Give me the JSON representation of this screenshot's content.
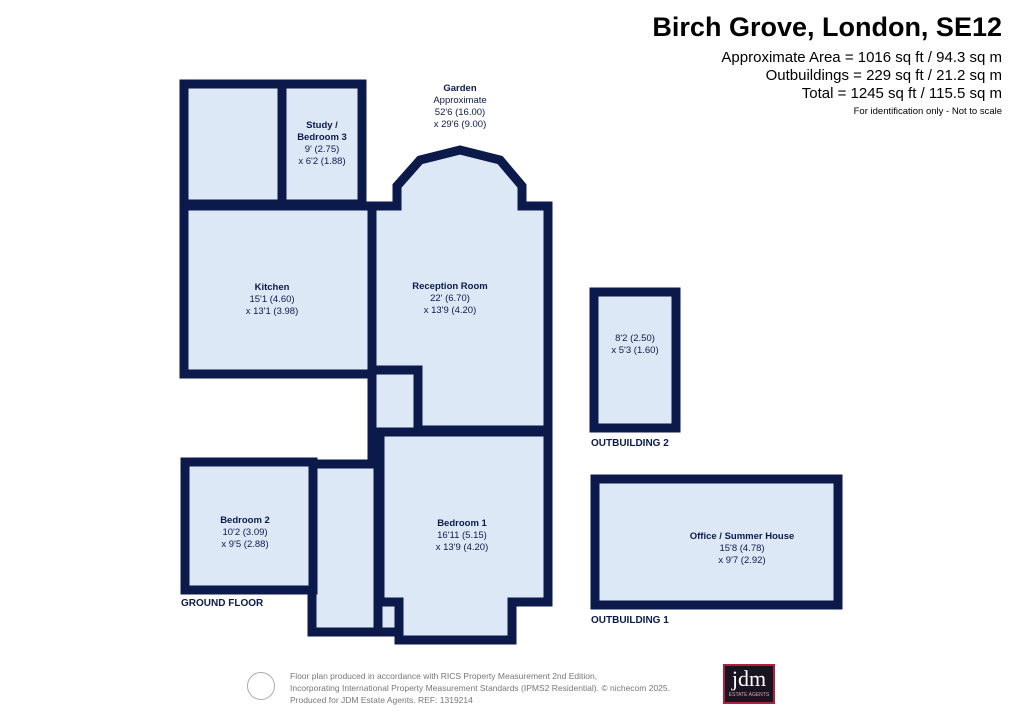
{
  "header": {
    "title": "Birch Grove, London, SE12",
    "area": "Approximate Area = 1016 sq ft / 94.3 sq m",
    "outbuildings": "Outbuildings = 229 sq ft / 21.2 sq m",
    "total": "Total = 1245 sq ft / 115.5 sq m",
    "note": "For identification only - Not to scale"
  },
  "rooms": {
    "garden": {
      "name": "Garden",
      "l1": "Approximate",
      "l2": "52'6 (16.00)",
      "l3": "x 29'6 (9.00)"
    },
    "study": {
      "name1": "Study /",
      "name2": "Bedroom 3",
      "l1": "9' (2.75)",
      "l2": "x 6'2 (1.88)"
    },
    "kitchen": {
      "name": "Kitchen",
      "l1": "15'1 (4.60)",
      "l2": "x 13'1 (3.98)"
    },
    "reception": {
      "name": "Reception Room",
      "l1": "22' (6.70)",
      "l2": "x 13'9 (4.20)"
    },
    "bedroom1": {
      "name": "Bedroom 1",
      "l1": "16'11 (5.15)",
      "l2": "x 13'9 (4.20)"
    },
    "bedroom2": {
      "name": "Bedroom 2",
      "l1": "10'2 (3.09)",
      "l2": "x 9'5 (2.88)"
    },
    "out2": {
      "l1": "8'2 (2.50)",
      "l2": "x 5'3 (1.60)"
    },
    "office": {
      "name": "Office / Summer House",
      "l1": "15'8 (4.78)",
      "l2": "x 9'7 (2.92)"
    }
  },
  "floors": {
    "ground": "GROUND FLOOR",
    "out1": "OUTBUILDING 1",
    "out2": "OUTBUILDING 2"
  },
  "footer": {
    "line1": "Floor plan produced in accordance with RICS Property Measurement 2nd Edition,",
    "line2": "Incorporating International Property Measurement Standards (IPMS2 Residential).   © nichecom 2025.",
    "line3": "Produced for JDM Estate Agents.   REF: 1319214"
  },
  "logo": {
    "text": "jdm",
    "sub": "ESTATE AGENTS"
  },
  "colors": {
    "wall": "#0c1a4b",
    "floor": "#dde8f6",
    "logo_border": "#b0213b"
  }
}
